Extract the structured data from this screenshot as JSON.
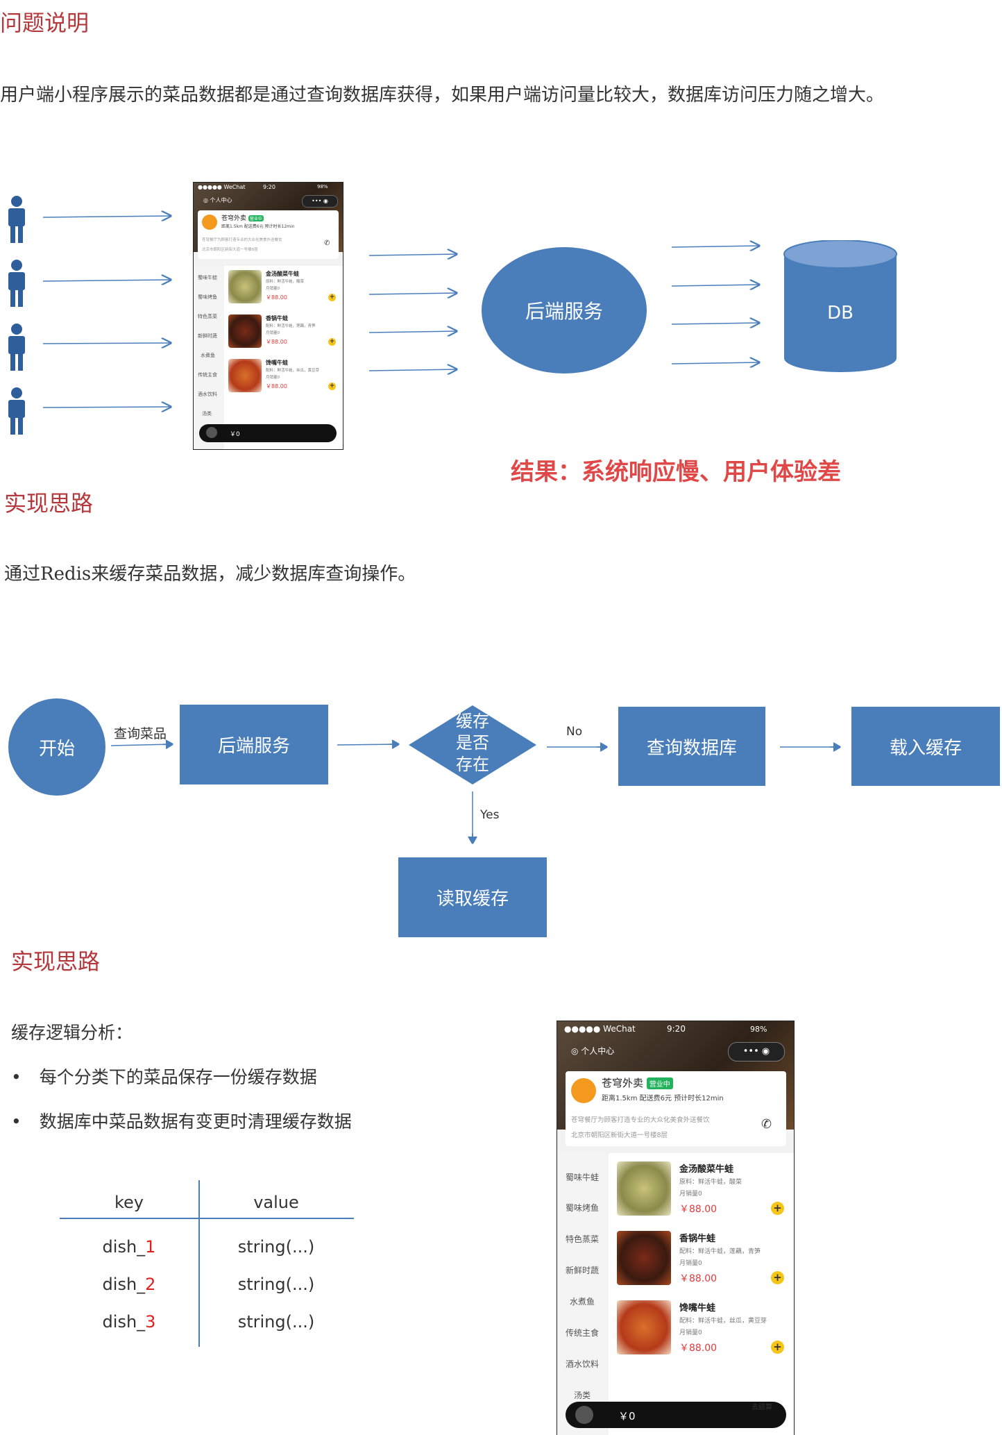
{
  "section1": {
    "heading": "问题说明",
    "paragraph": "用户端小程序展示的菜品数据都是通过查询数据库获得，如果用户端访问量比较大，数据库访问压力随之增大。"
  },
  "diagram1": {
    "service_label": "后端服务",
    "db_label": "DB",
    "result_text": "结果：系统响应慢、用户体验差"
  },
  "section2": {
    "heading": "实现思路",
    "paragraph": "通过Redis来缓存菜品数据，减少数据库查询操作。"
  },
  "flow": {
    "start": "开始",
    "query_dish": "查询菜品",
    "backend": "后端服务",
    "decision": [
      "缓存",
      "是否",
      "存在"
    ],
    "no": "No",
    "yes": "Yes",
    "query_db": "查询数据库",
    "load_cache": "载入缓存",
    "read_cache": "读取缓存"
  },
  "section3": {
    "heading": "实现思路",
    "analysis_title": "缓存逻辑分析：",
    "bullets": [
      "每个分类下的菜品保存一份缓存数据",
      "数据库中菜品数据有变更时清理缓存数据"
    ]
  },
  "table": {
    "headers": [
      "key",
      "value"
    ],
    "rows": [
      {
        "key_prefix": "dish_",
        "key_num": "1",
        "value": "string(...)"
      },
      {
        "key_prefix": "dish_",
        "key_num": "2",
        "value": "string(...)"
      },
      {
        "key_prefix": "dish_",
        "key_num": "3",
        "value": "string(...)"
      }
    ]
  },
  "phone": {
    "carrier": "●●●●● WeChat",
    "time": "9:20",
    "battery": "98%",
    "profile": "个人中心",
    "shop_name": "苍穹外卖",
    "status": "营业中",
    "distance": "距离1.5km",
    "delivery_fee": "配送费6元",
    "eta": "预计时长12min",
    "desc": "苍穹餐厅为顾客打造专业的大众化美食外送餐饮",
    "address": "北京市朝阳区新街大道一号楼8层",
    "categories": [
      "蜀味牛蛙",
      "蜀味烤鱼",
      "特色蒸菜",
      "新鲜时蔬",
      "水煮鱼",
      "传统主食",
      "酒水饮料",
      "汤类"
    ],
    "dishes": [
      {
        "name": "金汤酸菜牛蛙",
        "desc": "原料：鲜活牛蛙，酸菜",
        "sales": "月销量0",
        "price": "￥88.00"
      },
      {
        "name": "香锅牛蛙",
        "desc": "配料：鲜活牛蛙，莲藕，青笋",
        "sales": "月销量0",
        "price": "￥88.00"
      },
      {
        "name": "馋嘴牛蛙",
        "desc": "配料：鲜活牛蛙，丝瓜，黄豆芽",
        "sales": "月销量0",
        "price": "￥88.00"
      }
    ],
    "cart_total": "￥0",
    "checkout": "去结算"
  },
  "colors": {
    "accent_blue": "#4a7ebb",
    "heading_red": "#b4383b",
    "result_red": "#e04848"
  }
}
